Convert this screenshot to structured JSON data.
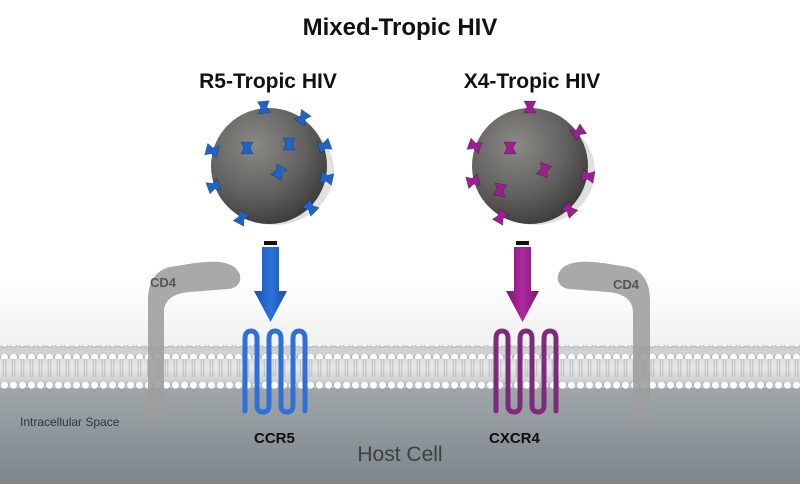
{
  "title": "Mixed-Tropic HIV",
  "viruses": {
    "r5": {
      "label": "R5-Tropic HIV",
      "color": "#1f63c9"
    },
    "x4": {
      "label": "X4-Tropic HIV",
      "color": "#9b1f8e"
    }
  },
  "receptors": {
    "cd4_left": "CD4",
    "cd4_right": "CD4",
    "ccr5": "CCR5",
    "cxcr4": "CXCR4"
  },
  "regions": {
    "intracellular": "Intracellular Space",
    "host_cell": "Host Cell"
  },
  "colors": {
    "virion": "#6e6d69",
    "cd4": "#9a9a9a",
    "membrane": "#b9bcbd",
    "cytoplasm": "#8e969b"
  },
  "icons": [
    "virion-icon",
    "envelope-spike-icon",
    "arrow-down-icon",
    "cd4-receptor-icon",
    "ccr5-receptor-icon",
    "cxcr4-receptor-icon",
    "lipid-bilayer-icon"
  ]
}
